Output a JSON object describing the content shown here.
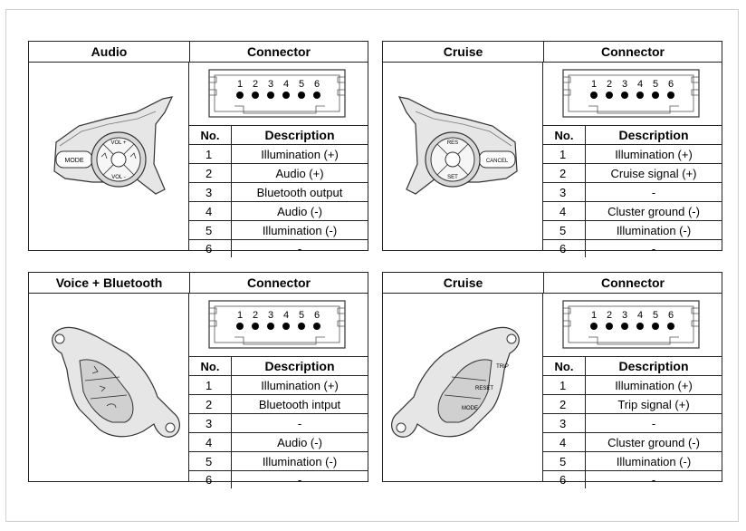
{
  "panels": [
    {
      "title": "Audio",
      "connector_title": "Connector",
      "switch_icon": "audio-remote-switch",
      "switch_labels": {
        "mode": "MODE",
        "vol_up": "VOL +",
        "vol_down": "VOL -"
      },
      "pins": [
        "1",
        "2",
        "3",
        "4",
        "5",
        "6"
      ],
      "table_headers": {
        "no": "No.",
        "desc": "Description"
      },
      "rows": [
        {
          "no": "1",
          "desc": "Illumination (+)"
        },
        {
          "no": "2",
          "desc": "Audio (+)"
        },
        {
          "no": "3",
          "desc": "Bluetooth output"
        },
        {
          "no": "4",
          "desc": "Audio (-)"
        },
        {
          "no": "5",
          "desc": "Illumination (-)"
        },
        {
          "no": "6",
          "desc": "-"
        }
      ]
    },
    {
      "title": "Cruise",
      "connector_title": "Connector",
      "switch_icon": "cruise-control-switch",
      "switch_labels": {
        "res": "RES",
        "set": "SET",
        "cancel": "CANCEL"
      },
      "pins": [
        "1",
        "2",
        "3",
        "4",
        "5",
        "6"
      ],
      "table_headers": {
        "no": "No.",
        "desc": "Description"
      },
      "rows": [
        {
          "no": "1",
          "desc": "Illumination (+)"
        },
        {
          "no": "2",
          "desc": "Cruise signal (+)"
        },
        {
          "no": "3",
          "desc": "-"
        },
        {
          "no": "4",
          "desc": "Cluster ground (-)"
        },
        {
          "no": "5",
          "desc": "Illumination (-)"
        },
        {
          "no": "6",
          "desc": "-"
        }
      ]
    },
    {
      "title": "Voice + Bluetooth",
      "connector_title": "Connector",
      "switch_icon": "voice-bluetooth-switch",
      "switch_labels": {},
      "pins": [
        "1",
        "2",
        "3",
        "4",
        "5",
        "6"
      ],
      "table_headers": {
        "no": "No.",
        "desc": "Description"
      },
      "rows": [
        {
          "no": "1",
          "desc": "Illumination (+)"
        },
        {
          "no": "2",
          "desc": "Bluetooth intput"
        },
        {
          "no": "3",
          "desc": "-"
        },
        {
          "no": "4",
          "desc": "Audio (-)"
        },
        {
          "no": "5",
          "desc": "Illumination (-)"
        },
        {
          "no": "6",
          "desc": "-"
        }
      ]
    },
    {
      "title": "Cruise",
      "connector_title": "Connector",
      "switch_icon": "trip-computer-switch",
      "switch_labels": {
        "trip": "TRIP",
        "reset": "RESET",
        "mode": "MODE"
      },
      "pins": [
        "1",
        "2",
        "3",
        "4",
        "5",
        "6"
      ],
      "table_headers": {
        "no": "No.",
        "desc": "Description"
      },
      "rows": [
        {
          "no": "1",
          "desc": "Illumination (+)"
        },
        {
          "no": "2",
          "desc": "Trip signal (+)"
        },
        {
          "no": "3",
          "desc": "-"
        },
        {
          "no": "4",
          "desc": "Cluster ground (-)"
        },
        {
          "no": "5",
          "desc": "Illumination (-)"
        },
        {
          "no": "6",
          "desc": "-"
        }
      ]
    }
  ]
}
